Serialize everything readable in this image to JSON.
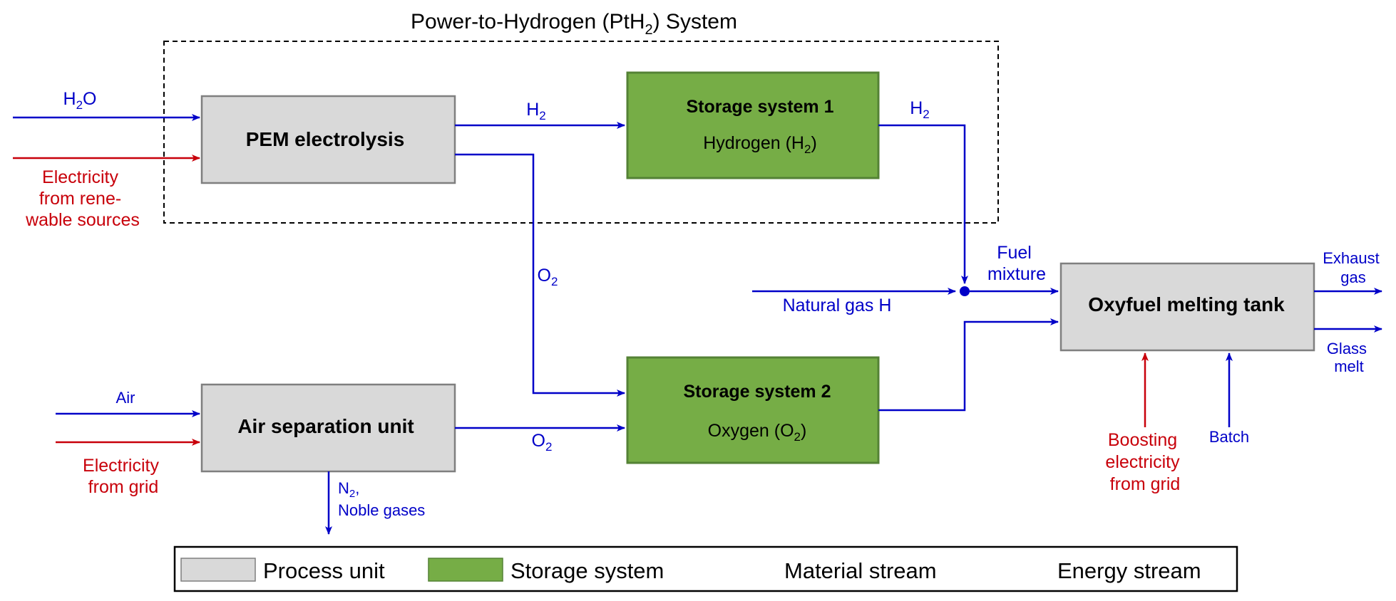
{
  "title": {
    "text": "Power-to-Hydrogen (PtH",
    "sub": "2",
    "suffix": ") System"
  },
  "units": {
    "pem": {
      "label": "PEM electrolysis"
    },
    "asu": {
      "label": "Air separation unit"
    },
    "storage1": {
      "title": "Storage system 1",
      "sub_prefix": "Hydrogen (H",
      "sub_sub": "2",
      "sub_suffix": ")"
    },
    "storage2": {
      "title": "Storage system 2",
      "sub_prefix": "Oxygen (O",
      "sub_sub": "2",
      "sub_suffix": ")"
    },
    "tank": {
      "label": "Oxyfuel melting tank"
    }
  },
  "streams": {
    "h2o": {
      "base": "H",
      "sub": "2",
      "suffix": "O"
    },
    "elec_renewable": {
      "line1": "Electricity",
      "line2": "from rene-",
      "line3": "wable sources"
    },
    "h2_pem": {
      "base": "H",
      "sub": "2"
    },
    "h2_storage": {
      "base": "H",
      "sub": "2"
    },
    "o2_pem": {
      "base": "O",
      "sub": "2"
    },
    "o2_asu": {
      "base": "O",
      "sub": "2"
    },
    "air": {
      "label": "Air"
    },
    "elec_grid": {
      "line1": "Electricity",
      "line2": "from grid"
    },
    "n2": {
      "base": "N",
      "sub": "2",
      "suffix": ",",
      "line2": "Noble gases"
    },
    "natural_gas": {
      "label": "Natural gas H"
    },
    "fuel_mixture": {
      "line1": "Fuel",
      "line2": "mixture"
    },
    "exhaust": {
      "line1": "Exhaust",
      "line2": "gas"
    },
    "glass": {
      "line1": "Glass",
      "line2": "melt"
    },
    "boosting": {
      "line1": "Boosting",
      "line2": "electricity",
      "line3": "from grid"
    },
    "batch": {
      "label": "Batch"
    }
  },
  "legend": {
    "process_unit": "Process unit",
    "storage_system": "Storage system",
    "material_stream": "Material stream",
    "energy_stream": "Energy stream"
  },
  "colors": {
    "material": "#0000c8",
    "energy": "#c8000a",
    "process_fill": "#d9d9d9",
    "process_stroke": "#7f7f7f",
    "storage_fill": "#76ad46",
    "storage_stroke": "#548235"
  }
}
